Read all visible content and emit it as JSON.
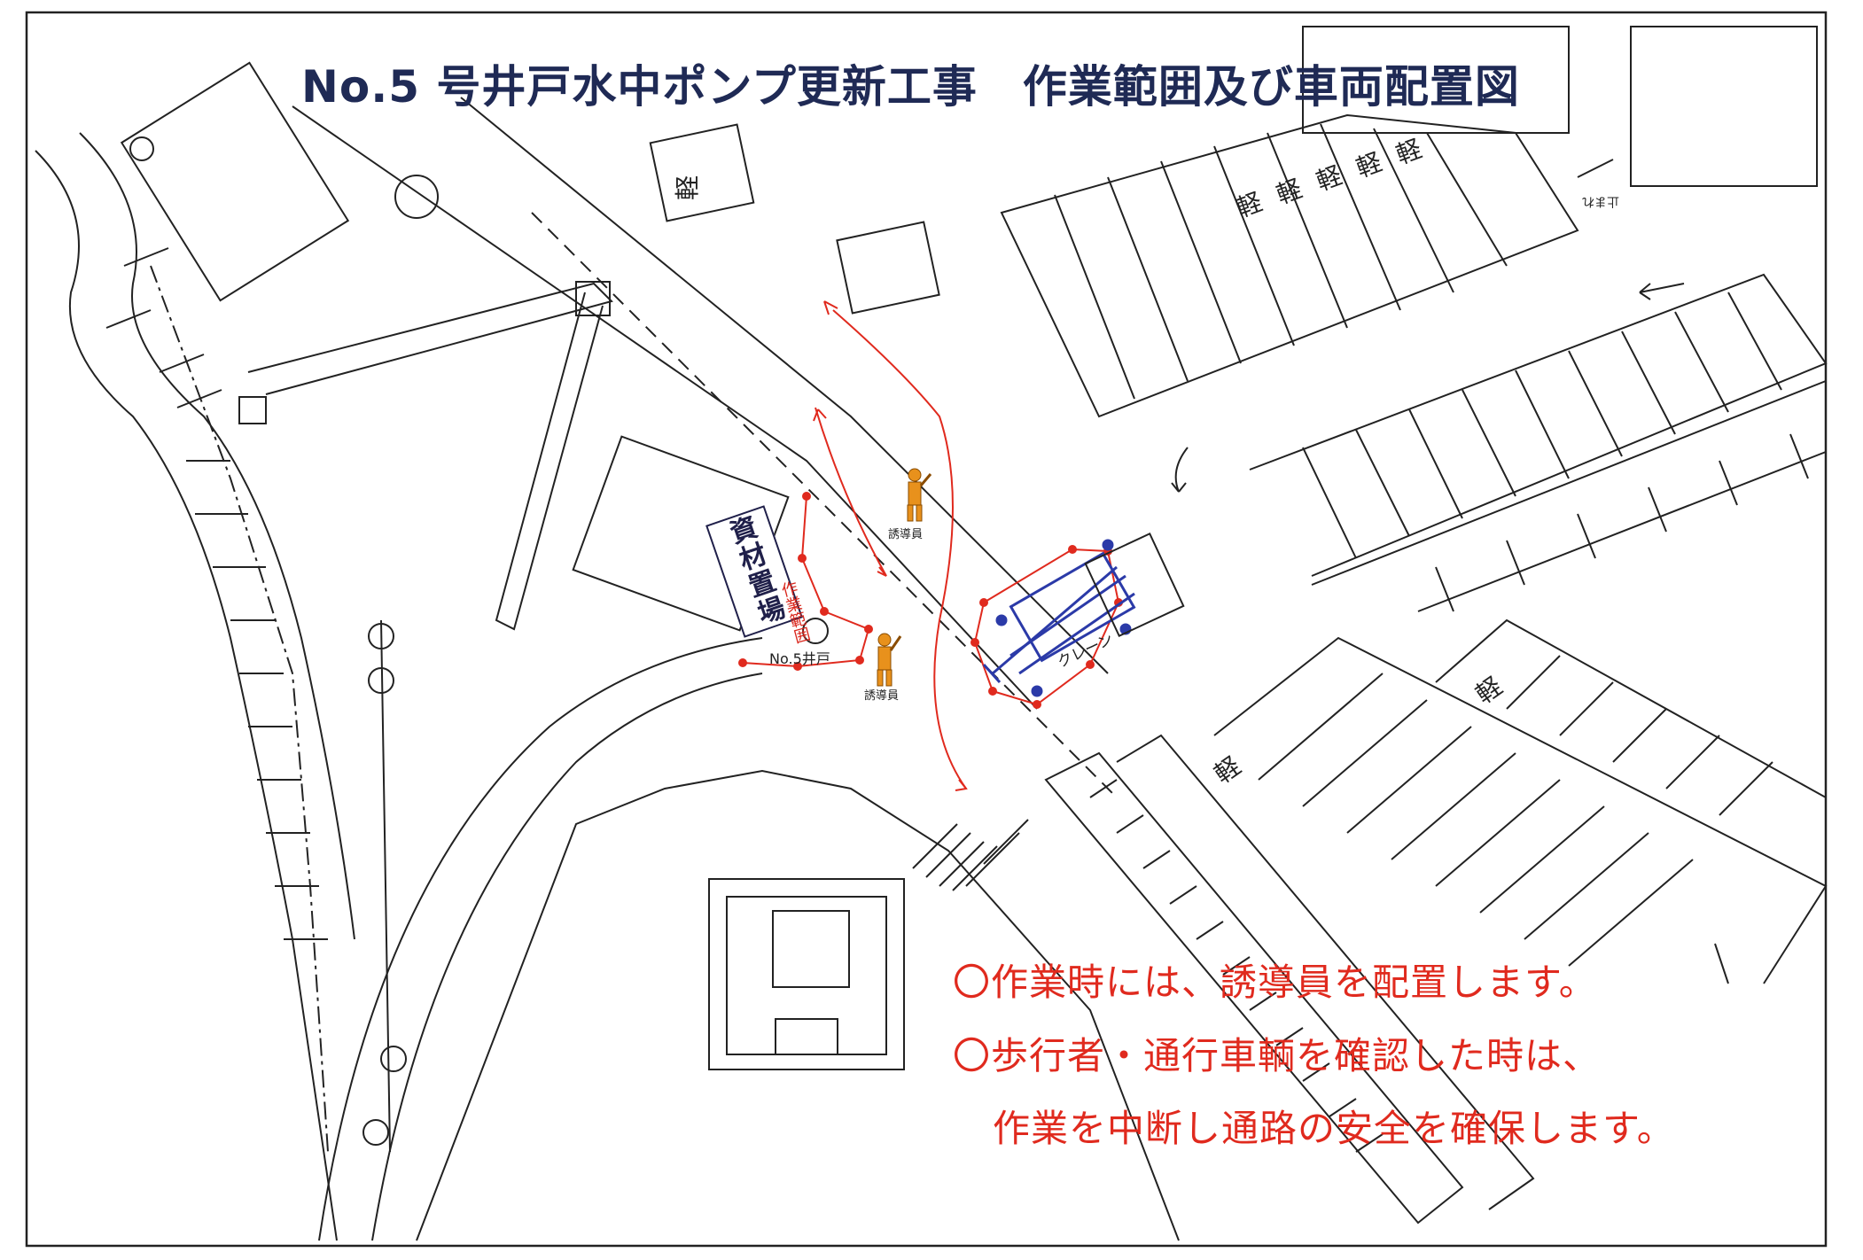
{
  "title": "No.5 号井戸水中ポンプ更新工事　作業範囲及び車両配置図",
  "labels": {
    "storage": "資材置場",
    "work_area": "作業範囲",
    "well": "No.5井戸",
    "guide": "誘導員",
    "crane": "クレーン",
    "kei": "軽",
    "tomare": "止まれ"
  },
  "notes": [
    "〇作業時には、誘導員を配置します。",
    "〇歩行者・通行車輌を確認した時は、",
    "作業を中断し通路の安全を確保します。"
  ],
  "colors": {
    "title": "#1f2a55",
    "lines": "#222222",
    "work_area": "#e02a1e",
    "crane": "#2b3aa8",
    "guide_person": "#e8911c"
  },
  "icons": {
    "guide_person": "person-with-flag-icon",
    "crane": "crane-icon"
  }
}
